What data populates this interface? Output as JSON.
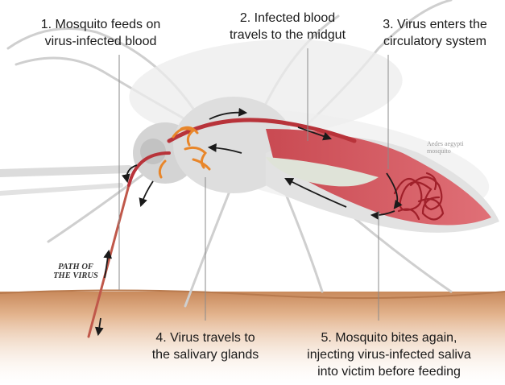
{
  "steps": [
    {
      "line1": "1. Mosquito feeds on",
      "line2": "virus-infected blood"
    },
    {
      "line1": "2. Infected blood",
      "line2": "travels to the midgut"
    },
    {
      "line1": "3. Virus enters the",
      "line2": "circulatory system"
    },
    {
      "line1": "4. Virus travels to",
      "line2": "the salivary glands"
    },
    {
      "line1": "5. Mosquito bites again,",
      "line2": "injecting virus-infected saliva",
      "line3": "into victim before feeding"
    }
  ],
  "path_label": {
    "line1": "PATH OF",
    "line2": "THE VIRUS"
  },
  "species_label": {
    "line1": "Aedes aegypti",
    "line2": "mosquito"
  },
  "colors": {
    "blood": "#b8333a",
    "abdomen": "#d2545c",
    "gland": "#e8862a",
    "skin": "#d7a27a",
    "body": "#d9d9d9",
    "leader": "#8a8a8a"
  },
  "icons": [
    "mosquito-illustration",
    "flow-arrow",
    "skin-surface",
    "virus-particles"
  ]
}
